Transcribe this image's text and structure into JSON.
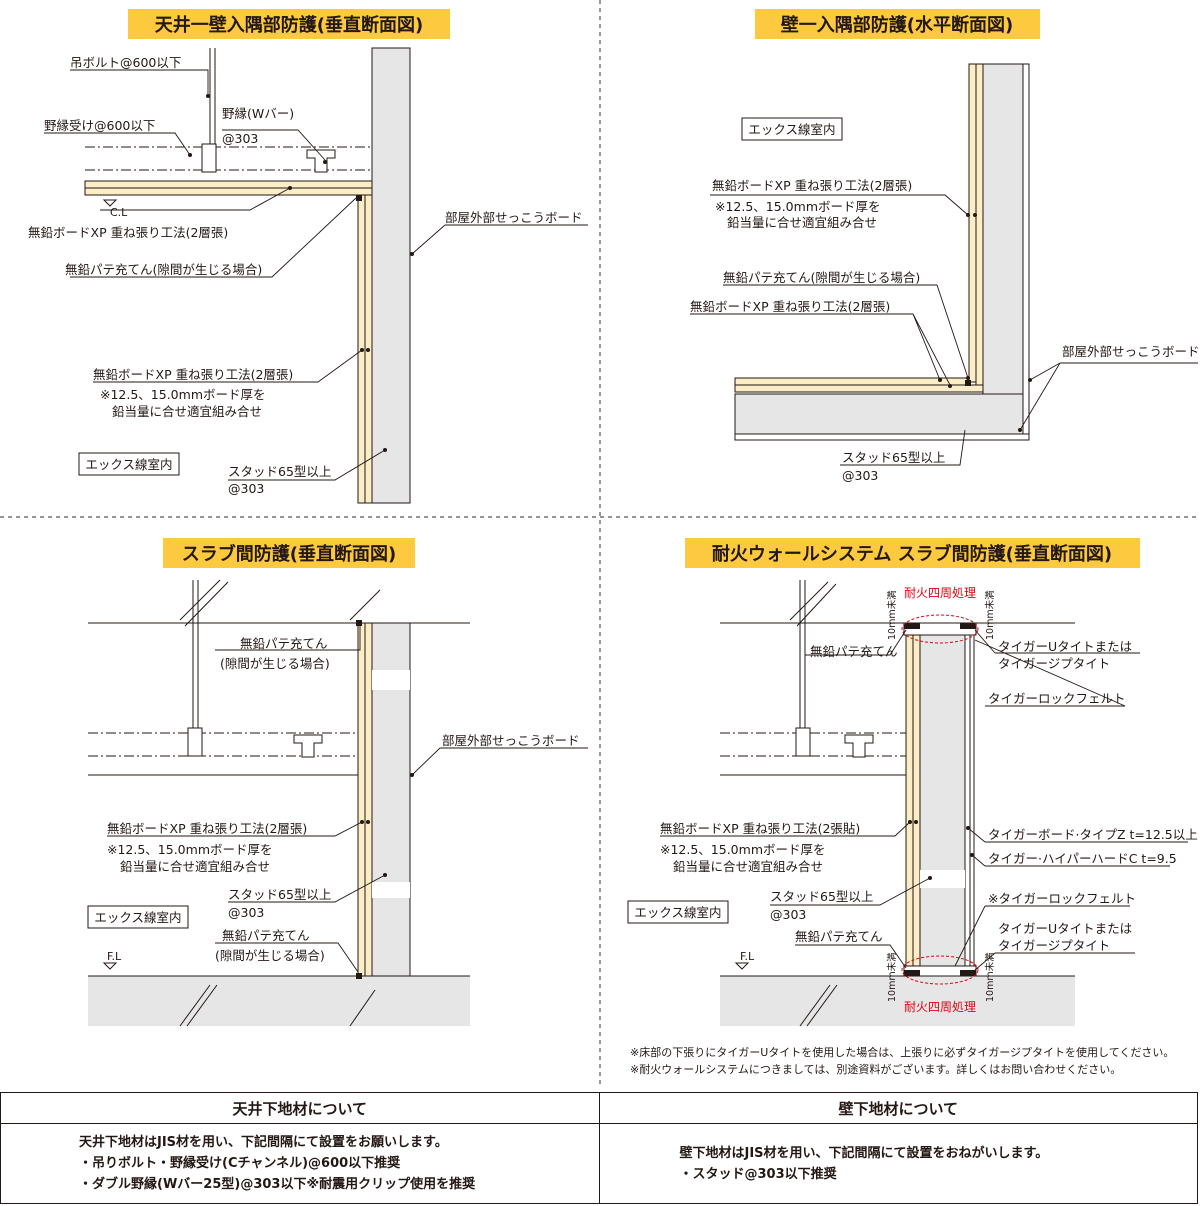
{
  "colors": {
    "title_bg": "#fcc93f",
    "board": "#fbedc5",
    "gypsum": "#e6e6e6",
    "notice_red": "#e60012",
    "line": "#231815"
  },
  "panel1": {
    "title": "天井一壁入隅部防護(垂直断面図)",
    "hanger": "吊ボルト@600以下",
    "channel": "野縁受け@600以下",
    "wbar": "野縁(Wバー)",
    "wbar_pitch": "@303",
    "cl": "C.L",
    "board_ceiling": "無鉛ボードXP 重ね張り工法(2層張)",
    "putty": "無鉛パテ充てん(隙間が生じる場合)",
    "gypsum": "部屋外部せっこうボード",
    "board_wall": "無鉛ボードXP 重ね張り工法(2層張)",
    "note_1": "※12.5、15.0mmボード厚を",
    "note_2": "鉛当量に合せ適宜組み合せ",
    "room": "エックス線室内",
    "stud": "スタッド65型以上",
    "stud_pitch": "@303"
  },
  "panel2": {
    "title": "壁一入隅部防護(水平断面図)",
    "room": "エックス線室内",
    "board_a": "無鉛ボードXP 重ね張り工法(2層張)",
    "note_1": "※12.5、15.0mmボード厚を",
    "note_2": "鉛当量に合せ適宜組み合せ",
    "putty": "無鉛パテ充てん(隙間が生じる場合)",
    "board_b": "無鉛ボードXP 重ね張り工法(2層張)",
    "gypsum": "部屋外部せっこうボード",
    "stud": "スタッド65型以上",
    "stud_pitch": "@303"
  },
  "panel3": {
    "title": "スラブ間防護(垂直断面図)",
    "putty_top": "無鉛パテ充てん",
    "putty_top_note": "(隙間が生じる場合)",
    "gypsum": "部屋外部せっこうボード",
    "board": "無鉛ボードXP 重ね張り工法(2層張)",
    "note_1": "※12.5、15.0mmボード厚を",
    "note_2": "鉛当量に合せ適宜組み合せ",
    "stud": "スタッド65型以上",
    "stud_pitch": "@303",
    "room": "エックス線室内",
    "putty_bottom": "無鉛パテ充てん",
    "putty_bottom_note": "(隙間が生じる場合)",
    "fl": "F.L"
  },
  "panel4": {
    "title": "耐火ウォールシステム スラブ間防護(垂直断面図)",
    "fire_top": "耐火四周処理",
    "gap_label": "10mm未満",
    "putty_top": "無鉛パテ充てん",
    "utite_top_1": "タイガーUタイトまたは",
    "utite_top_2": "タイガージプタイト",
    "rockfelt": "タイガーロックフェルト",
    "board": "無鉛ボードXP 重ね張り工法(2張貼)",
    "note_1": "※12.5、15.0mmボード厚を",
    "note_2": "鉛当量に合せ適宜組み合せ",
    "typez": "タイガーボード·タイプZ t=12.5以上",
    "hyper": "タイガー·ハイパーハードC t=9.5",
    "stud": "スタッド65型以上",
    "stud_pitch": "@303",
    "rockfelt_note": "※タイガーロックフェルト",
    "room": "エックス線室内",
    "putty_bottom": "無鉛パテ充てん",
    "utite_bot_1": "タイガーUタイトまたは",
    "utite_bot_2": "タイガージプタイト",
    "fl": "F.L",
    "fire_bottom": "耐火四周処理",
    "footnote_1": "※床部の下張りにタイガーUタイトを使用した場合は、上張りに必ずタイガージプタイトを使用してください。",
    "footnote_2": "※耐火ウォールシステムにつきましては、別途資料がございます。詳しくはお問い合わせください。"
  },
  "table": {
    "ceiling_header": "天井下地材について",
    "ceiling_line1": "天井下地材はJIS材を用い、下記間隔にて設置をお願いします。",
    "ceiling_line2": "・吊りボルト・野縁受け(Cチャンネル)@600以下推奨",
    "ceiling_line3": "・ダブル野縁(Wバー25型)@303以下※耐震用クリップ使用を推奨",
    "wall_header": "壁下地材について",
    "wall_line1": "壁下地材はJIS材を用い、下記間隔にて設置をおねがいします。",
    "wall_line2": "・スタッド@303以下推奨"
  }
}
